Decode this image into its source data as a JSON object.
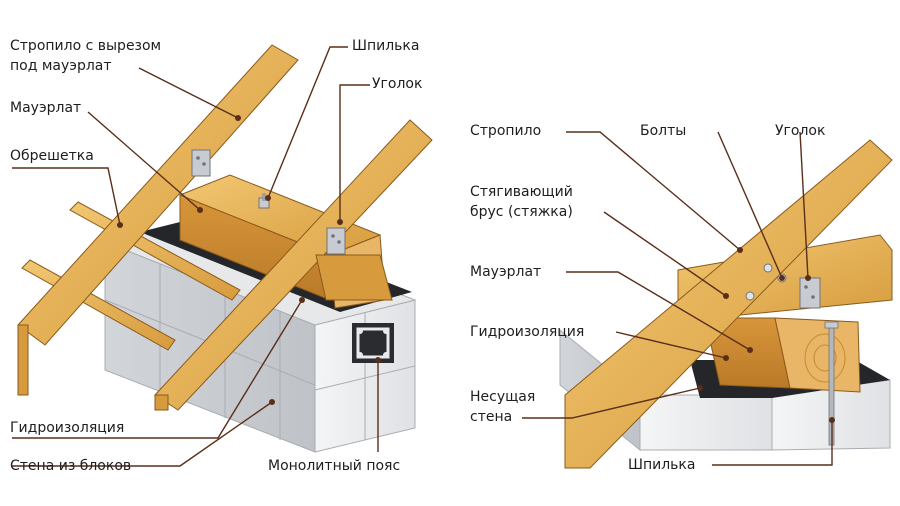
{
  "colors": {
    "wood": "#e8b25a",
    "wood_dark": "#c98a2e",
    "wood_edge": "#8a5a1c",
    "block": "#eef0f2",
    "block_shade": "#c9ccd0",
    "waterproofing": "#222428",
    "leader": "#5a2e1a",
    "metal": "#c8ccd2"
  },
  "left_diagram": {
    "labels": {
      "rafter_notched_line1": "Стропило с вырезом",
      "rafter_notched_line2": "под мауэрлат",
      "mauerlat": "Мауэрлат",
      "battens": "Обрешетка",
      "waterproofing": "Гидроизоляция",
      "block_wall": "Стена из блоков",
      "stud": "Шпилька",
      "angle": "Уголок",
      "monolithic_belt": "Монолитный пояс"
    }
  },
  "right_diagram": {
    "labels": {
      "rafter": "Стропило",
      "tie_beam_line1": "Стягивающий",
      "tie_beam_line2": "брус (стяжка)",
      "mauerlat": "Мауэрлат",
      "waterproofing": "Гидроизоляция",
      "load_wall_line1": "Несущая",
      "load_wall_line2": "стена",
      "bolts": "Болты",
      "angle": "Уголок",
      "stud": "Шпилька"
    }
  }
}
